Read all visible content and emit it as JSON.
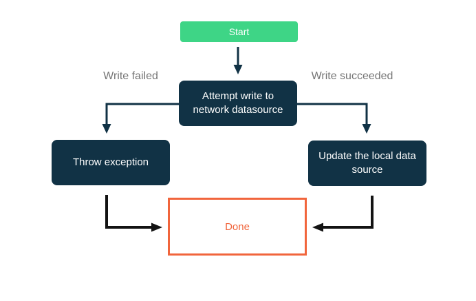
{
  "diagram": {
    "type": "flowchart",
    "background": "#ffffff",
    "colors": {
      "start_green": "#3ed586",
      "process_navy": "#113245",
      "done_orange": "#f1653c",
      "edge_navy": "#113245",
      "edge_black": "#131313",
      "edge_label_gray": "#757575",
      "node_text_white": "#ffffff"
    },
    "nodes": {
      "start": {
        "label": "Start"
      },
      "attempt": {
        "label": "Attempt write to network datasource"
      },
      "throw_exception": {
        "label": "Throw exception"
      },
      "update_local": {
        "label": "Update the local data source"
      },
      "done": {
        "label": "Done"
      }
    },
    "edges": [
      {
        "from": "start",
        "to": "attempt",
        "label": ""
      },
      {
        "from": "attempt",
        "to": "throw_exception",
        "label": "Write failed"
      },
      {
        "from": "attempt",
        "to": "update_local",
        "label": "Write succeeded"
      },
      {
        "from": "throw_exception",
        "to": "done",
        "label": ""
      },
      {
        "from": "update_local",
        "to": "done",
        "label": ""
      }
    ]
  }
}
